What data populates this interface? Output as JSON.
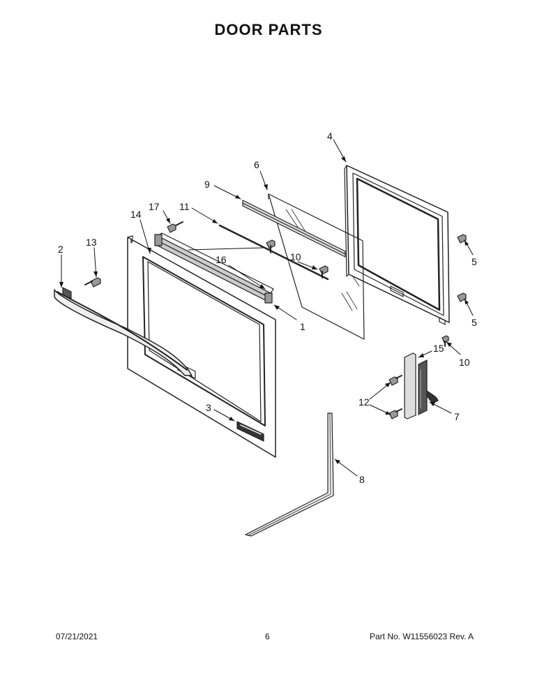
{
  "page": {
    "title": "DOOR PARTS"
  },
  "callouts": {
    "c1": "1",
    "c2": "2",
    "c3": "3",
    "c4": "4",
    "c5a": "5",
    "c5b": "5",
    "c6": "6",
    "c7": "7",
    "c8": "8",
    "c9": "9",
    "c10a": "10",
    "c10b": "10",
    "c11": "11",
    "c12": "12",
    "c13": "13",
    "c14": "14",
    "c15": "15",
    "c16": "16",
    "c17": "17"
  },
  "footer": {
    "date": "07/21/2021",
    "page_number": "6",
    "part_number": "Part No.  W11556023  Rev.  A"
  }
}
